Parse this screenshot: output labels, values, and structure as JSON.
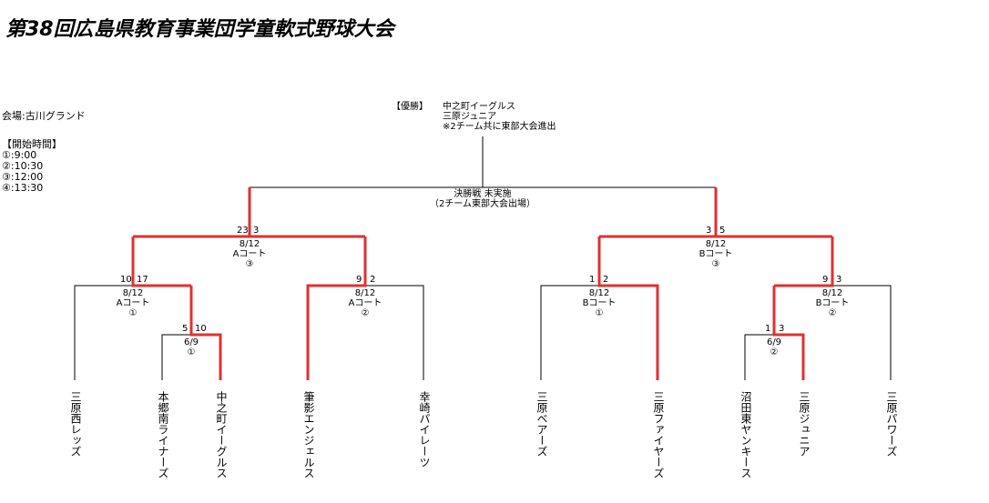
{
  "title": "第38回広島県教育事業団学童軟式野球大会",
  "venue": "会場:古川グランド",
  "start_times": {
    "heading": "【開始時間】",
    "items": [
      "①:9:00",
      "②:10:30",
      "③:12:00",
      "④:13:30"
    ]
  },
  "champion": {
    "label": "【優勝】",
    "teams": [
      "中之町イーグルス",
      "三原ジュニア"
    ],
    "note": "※2チーム共に東部大会進出"
  },
  "final": {
    "line1": "決勝戦 未実施",
    "line2": "（2チーム東部大会出場）"
  },
  "teams": [
    "三原西レッズ",
    "本郷南ライナーズ",
    "中之町イーグルス",
    "筆影エンジェルス",
    "幸崎パイレーツ",
    "三原ベアーズ",
    "三原ファイヤーズ",
    "沼田東ヤンキース",
    "三原ジュニア",
    "三原パワーズ"
  ],
  "matches": [
    {
      "id": "m1",
      "date": "6/9",
      "court": "",
      "slot": "①",
      "score_left": "5",
      "score_right": "10",
      "winner": "right"
    },
    {
      "id": "m2",
      "date": "8/12",
      "court": "Aコート",
      "slot": "①",
      "score_left": "10",
      "score_right": "17",
      "winner": "right"
    },
    {
      "id": "m3",
      "date": "8/12",
      "court": "Aコート",
      "slot": "②",
      "score_left": "9",
      "score_right": "2",
      "winner": "left"
    },
    {
      "id": "m4",
      "date": "8/12",
      "court": "Aコート",
      "slot": "③",
      "score_left": "23",
      "score_right": "3",
      "winner": "left"
    },
    {
      "id": "m5",
      "date": "8/12",
      "court": "Bコート",
      "slot": "①",
      "score_left": "1",
      "score_right": "2",
      "winner": "right"
    },
    {
      "id": "m6",
      "date": "6/9",
      "court": "",
      "slot": "②",
      "score_left": "1",
      "score_right": "3",
      "winner": "right"
    },
    {
      "id": "m7",
      "date": "8/12",
      "court": "Bコート",
      "slot": "②",
      "score_left": "9",
      "score_right": "3",
      "winner": "left"
    },
    {
      "id": "m8",
      "date": "8/12",
      "court": "Bコート",
      "slot": "③",
      "score_left": "3",
      "score_right": "5",
      "winner": "right"
    }
  ],
  "colors": {
    "win_line": "#e03030",
    "line": "#000000"
  }
}
